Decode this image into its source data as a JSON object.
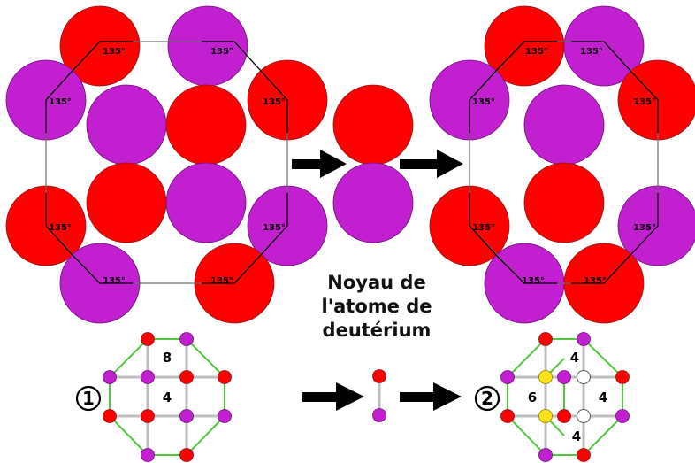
{
  "colors": {
    "red": "#ff0000",
    "purple": "#c11fcf",
    "yellow": "#ffe21a",
    "green": "#4fc93a",
    "grey": "#bdbdbd",
    "black": "#000000"
  },
  "angle_label": "135°",
  "caption": {
    "line1": "Noyau de",
    "line2": "l'atome de",
    "line3": "deutérium"
  },
  "diagram1": {
    "label": "1",
    "face_counts": {
      "top": "8",
      "center": "4"
    }
  },
  "diagram2": {
    "label": "2",
    "face_counts": {
      "top": "4",
      "left": "6",
      "right": "4",
      "bottom": "4"
    }
  }
}
